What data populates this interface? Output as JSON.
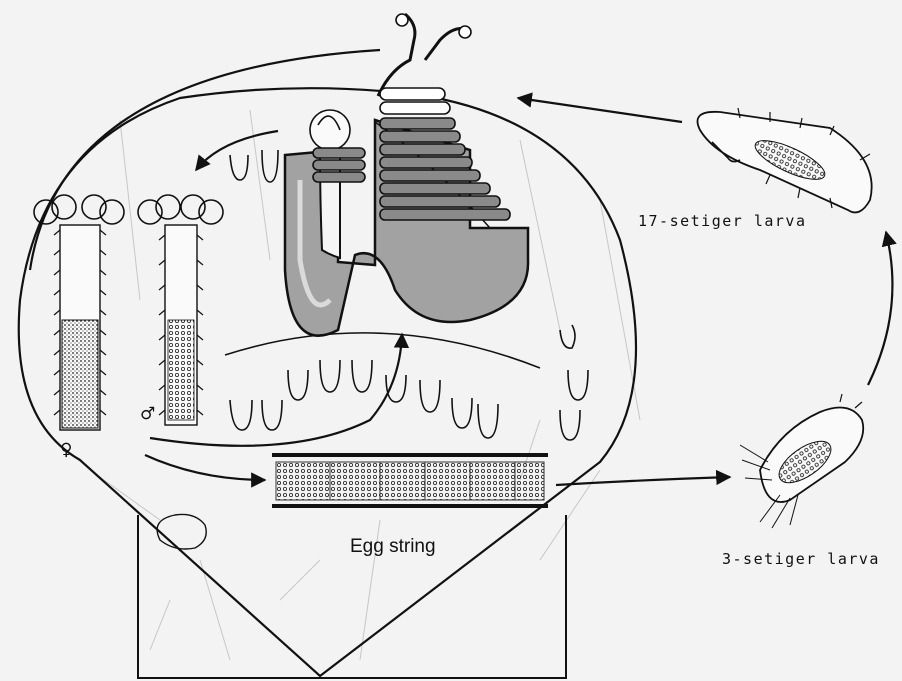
{
  "labels": {
    "larva17": "17-setiger larva",
    "larva3": "3-setiger larva",
    "egg_string": "Egg string",
    "female_symbol": "♀",
    "male_symbol": "♂"
  },
  "colors": {
    "ink": "#111111",
    "tube_fill": "#9a9a9a",
    "tube_light": "#c7c7c7",
    "background": "#f3f3f3"
  },
  "icons": [
    "arrow-icon",
    "worm-icon",
    "larva-icon",
    "egg-string-icon",
    "tube-icon"
  ]
}
